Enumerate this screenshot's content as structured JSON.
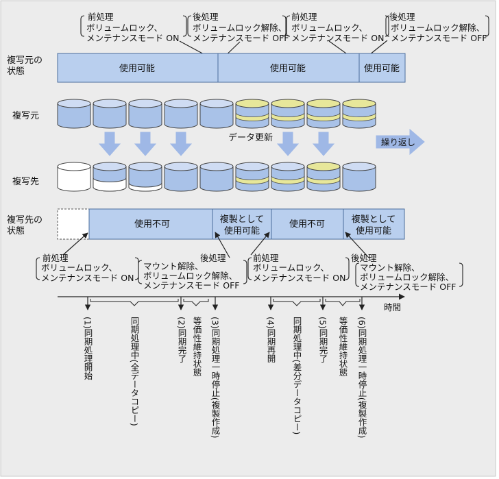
{
  "colors": {
    "background": "#ececec",
    "bar_fill": "#b9cfee",
    "bar_stroke": "#4a6c9c",
    "disk_body": "#a9c2e8",
    "disk_top": "#cfdcf3",
    "disk_stripe": "#e7e79a",
    "arrow_fill": "#9fb8e6"
  },
  "top_annotations": [
    {
      "title": "前処理",
      "lines": [
        "ボリュームロック、",
        "メンテナンスモード ON"
      ]
    },
    {
      "title": "後処理",
      "lines": [
        "ボリュームロック解除、",
        "メンテナンスモード OFF"
      ]
    },
    {
      "title": "前処理",
      "lines": [
        "ボリュームロック、",
        "メンテナンスモード ON"
      ]
    },
    {
      "title": "後処理",
      "lines": [
        "ボリュームロック解除、",
        "メンテナンスモード OFF"
      ]
    }
  ],
  "rows": {
    "source_state_label": [
      "複写元の",
      "状態"
    ],
    "source_label": "複写元",
    "target_label": "複写先",
    "target_state_label": [
      "複写先の",
      "状態"
    ]
  },
  "source_state_bar": [
    "使用可能",
    "使用可能",
    "使用可能"
  ],
  "target_state_bar": [
    {
      "lines": [
        "使用不可"
      ]
    },
    {
      "lines": [
        "複製として",
        "使用可能"
      ]
    },
    {
      "lines": [
        "使用不可"
      ]
    },
    {
      "lines": [
        "複製として",
        "使用可能"
      ]
    }
  ],
  "data_update_label": "データ更新",
  "repeat_label": "繰り返し",
  "bottom_annotations": [
    {
      "title": "前処理",
      "lines": [
        "ボリュームロック、",
        "メンテナンスモード ON"
      ]
    },
    {
      "title": "",
      "lines": [
        "マウント解除、",
        "ボリュームロック解除、",
        "メンテナンスモード OFF"
      ]
    },
    {
      "title": "後処理",
      "lines": []
    },
    {
      "title": "前処理",
      "lines": [
        "ボリュームロック、",
        "メンテナンスモード ON"
      ]
    },
    {
      "title": "後処理",
      "lines": [
        "マウント解除、",
        "ボリュームロック解除、",
        "メンテナンスモード OFF"
      ]
    }
  ],
  "time_label": "時間",
  "timeline_events": [
    "(1)同期処理開始",
    "同期処理中(全データコピー)",
    "(2)同期完了",
    "等価性維持状態",
    "(3)同期処理一時停止(複製作成)",
    "(4)同期再開",
    "同期処理中(差分データコピー)",
    "(5)同期完了",
    "等価性維持状態",
    "(6)同期処理一時停止(複製作成)"
  ]
}
